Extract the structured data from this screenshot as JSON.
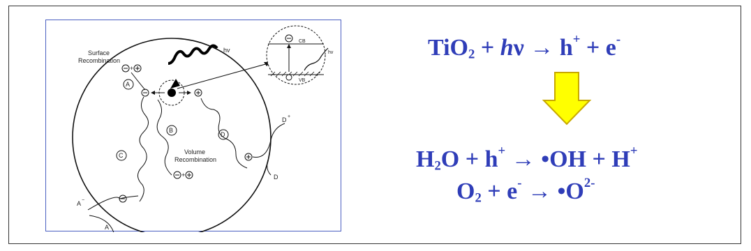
{
  "diagram": {
    "labels": {
      "surface_recombination_line1": "Surface",
      "surface_recombination_line2": "Recombination",
      "volume_recombination_line1": "Volume",
      "volume_recombination_line2": "Recombination",
      "hv_main": "hv",
      "hv_inset": "hv",
      "cb": "CB",
      "vb": "VB",
      "path_A": "A",
      "path_B": "B",
      "path_C": "C",
      "path_D": "D",
      "acceptor_ion": "A",
      "acceptor_ion_charge": "−",
      "acceptor": "A",
      "donor_ion": "D",
      "donor_ion_charge": "+",
      "donor": "D"
    }
  },
  "equations": {
    "eq1": {
      "a": "TiO",
      "a_sub": "2",
      "plus1": " + ",
      "h": "h",
      "nu": "ν",
      "arrow": " → ",
      "hole": "h",
      "hole_sup": "+",
      "plus2": " + ",
      "e": "e",
      "e_sup": "-"
    },
    "eq2": {
      "water": "H",
      "water_sub": "2",
      "water_o": "O",
      "plus1": " + ",
      "hole": "h",
      "hole_sup": "+",
      "arrow": " → ",
      "oh": "•OH",
      "plus2": " + ",
      "proton": "H",
      "proton_sup": "+"
    },
    "eq3": {
      "oxygen": "O",
      "oxygen_sub": "2",
      "plus1": " + ",
      "e": "e",
      "e_sup": "-",
      "arrow": " → ",
      "superoxide": "•O",
      "superoxide_sup": "2-"
    }
  },
  "colors": {
    "equation_text": "#2f3db8",
    "figure_border": "#4a5fc1",
    "arrow_fill": "#ffff00",
    "arrow_stroke": "#c8a800"
  }
}
